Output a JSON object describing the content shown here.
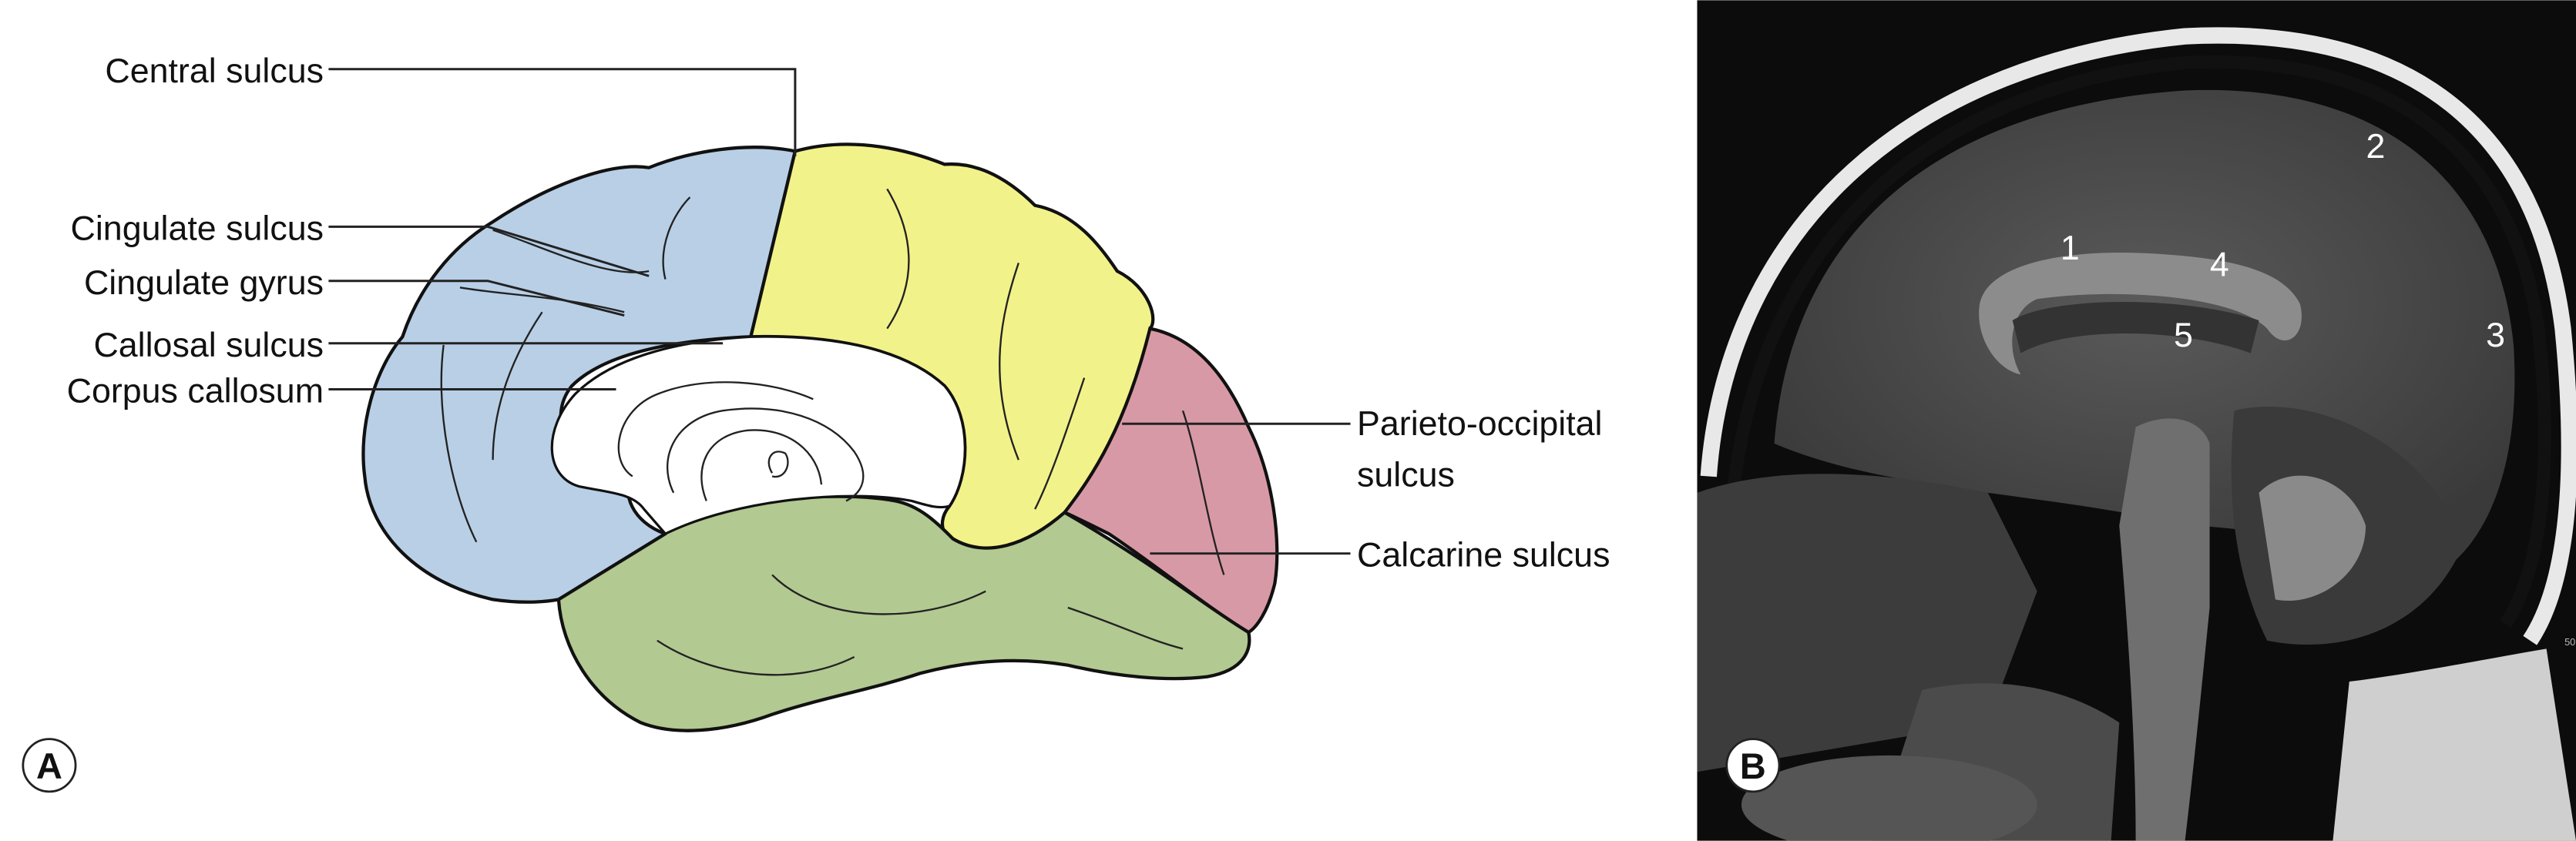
{
  "panel_a": {
    "letter": "A",
    "labels": {
      "central_sulcus": "Central sulcus",
      "cingulate_sulcus": "Cingulate sulcus",
      "cingulate_gyrus": "Cingulate gyrus",
      "callosal_sulcus": "Callosal sulcus",
      "corpus_callosum": "Corpus callosum",
      "parieto_occipital_1": "Parieto-occipital",
      "parieto_occipital_2": "sulcus",
      "calcarine_sulcus": "Calcarine sulcus"
    },
    "colors": {
      "frontal": "#b8cfe6",
      "parietal": "#f2f28a",
      "occipital": "#d899a6",
      "temporal": "#b2c991"
    }
  },
  "panel_b": {
    "letter": "B",
    "markers": [
      "1",
      "2",
      "3",
      "4",
      "5"
    ],
    "scale_text": "50"
  }
}
